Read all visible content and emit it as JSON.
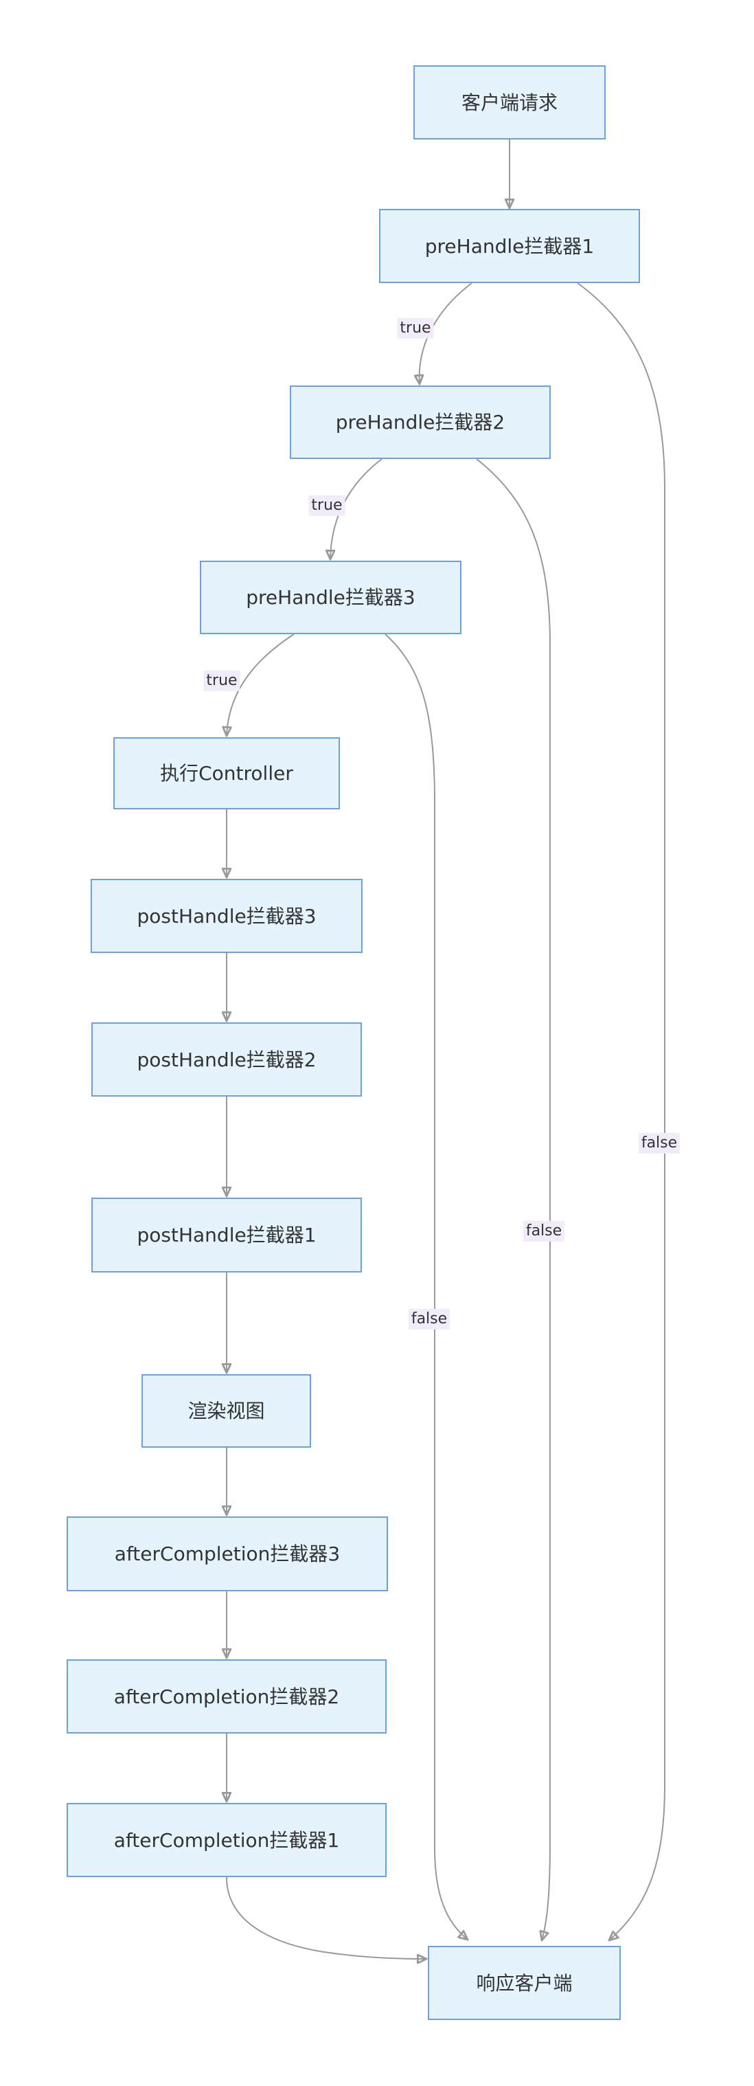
{
  "diagram": {
    "type": "flowchart",
    "direction": "top-down",
    "nodes": [
      {
        "id": "client-request",
        "label": "客户端请求"
      },
      {
        "id": "prehandle-interceptor-1",
        "label": "preHandle拦截器1"
      },
      {
        "id": "prehandle-interceptor-2",
        "label": "preHandle拦截器2"
      },
      {
        "id": "prehandle-interceptor-3",
        "label": "preHandle拦截器3"
      },
      {
        "id": "execute-controller",
        "label": "执行Controller"
      },
      {
        "id": "posthandle-interceptor-3",
        "label": "postHandle拦截器3"
      },
      {
        "id": "posthandle-interceptor-2",
        "label": "postHandle拦截器2"
      },
      {
        "id": "posthandle-interceptor-1",
        "label": "postHandle拦截器1"
      },
      {
        "id": "render-view",
        "label": "渲染视图"
      },
      {
        "id": "aftercompletion-interceptor-3",
        "label": "afterCompletion拦截器3"
      },
      {
        "id": "aftercompletion-interceptor-2",
        "label": "afterCompletion拦截器2"
      },
      {
        "id": "aftercompletion-interceptor-1",
        "label": "afterCompletion拦截器1"
      },
      {
        "id": "respond-client",
        "label": "响应客户端"
      }
    ],
    "edges": [
      {
        "from": "客户端请求",
        "to": "preHandle拦截器1",
        "label": ""
      },
      {
        "from": "preHandle拦截器1",
        "to": "preHandle拦截器2",
        "label": "true"
      },
      {
        "from": "preHandle拦截器2",
        "to": "preHandle拦截器3",
        "label": "true"
      },
      {
        "from": "preHandle拦截器3",
        "to": "执行Controller",
        "label": "true"
      },
      {
        "from": "preHandle拦截器1",
        "to": "响应客户端",
        "label": "false"
      },
      {
        "from": "preHandle拦截器2",
        "to": "响应客户端",
        "label": "false"
      },
      {
        "from": "preHandle拦截器3",
        "to": "响应客户端",
        "label": "false"
      },
      {
        "from": "执行Controller",
        "to": "postHandle拦截器3",
        "label": ""
      },
      {
        "from": "postHandle拦截器3",
        "to": "postHandle拦截器2",
        "label": ""
      },
      {
        "from": "postHandle拦截器2",
        "to": "postHandle拦截器1",
        "label": ""
      },
      {
        "from": "postHandle拦截器1",
        "to": "渲染视图",
        "label": ""
      },
      {
        "from": "渲染视图",
        "to": "afterCompletion拦截器3",
        "label": ""
      },
      {
        "from": "afterCompletion拦截器3",
        "to": "afterCompletion拦截器2",
        "label": ""
      },
      {
        "from": "afterCompletion拦截器2",
        "to": "afterCompletion拦截器1",
        "label": ""
      },
      {
        "from": "afterCompletion拦截器1",
        "to": "响应客户端",
        "label": ""
      }
    ],
    "colors": {
      "background": "#ffffff",
      "node_fill": "#e4f3fc",
      "node_border": "#6ba1e0",
      "node_text": "#333333",
      "edge_line": "#999999",
      "arrowhead": "#9e9e9e",
      "edge_label_bg": "#f2ebfa",
      "edge_label_text": "#333333"
    }
  }
}
